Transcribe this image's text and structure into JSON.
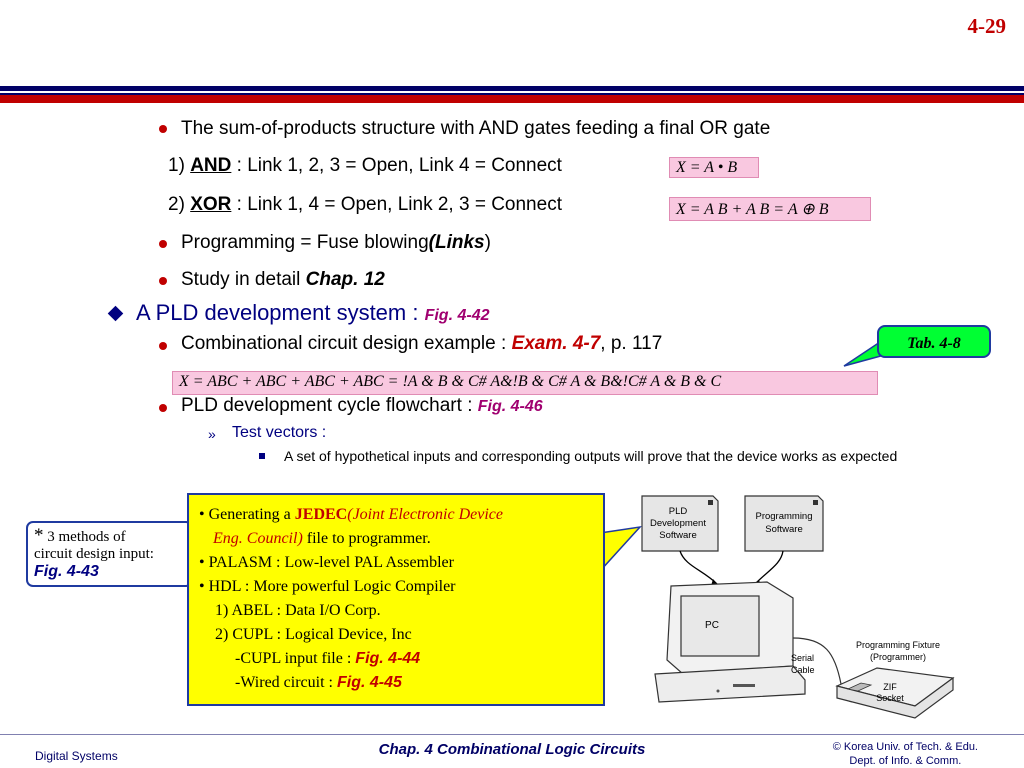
{
  "page_number": "4-29",
  "bullets": {
    "sop": "The sum-of-products structure with AND gates feeding a final OR gate",
    "and_prefix": "1) ",
    "and_word": "AND",
    "and_rest": " : Link 1, 2, 3 = Open, Link 4 = Connect",
    "xor_prefix": "2) ",
    "xor_word": "XOR",
    "xor_rest": " : Link 1, 4 = Open, Link 2, 3 = Connect",
    "prog_text": "Programming = Fuse blowing",
    "prog_links": "(Links",
    "prog_close": ")",
    "study_text": "Study in detail ",
    "study_ref": "Chap. 12",
    "pld_text": "A PLD development system : ",
    "pld_ref": "Fig. 4-42",
    "comb_text": "Combinational circuit design example : ",
    "comb_ref": "Exam. 4-7",
    "comb_page": ", p. 117",
    "cycle_text": "PLD development cycle flowchart : ",
    "cycle_ref": "Fig. 4-46",
    "test_vectors": "Test vectors :",
    "raquo": "»",
    "hypo": "A set of hypothetical inputs and corresponding outputs will prove that the device works as expected"
  },
  "equations": {
    "and_eq": "X = A • B",
    "xor_eq": "X = A B + A B = A ⊕ B",
    "exam_eq": "X = ABC + ABC + ABC + ABC = !A & B & C# A&!B & C# A & B&!C# A & B & C"
  },
  "tab_label": "Tab. 4-8",
  "callout": {
    "star": "*",
    "line1": " 3 methods of",
    "line2": "circuit design input:",
    "ref": "Fig. 4-43"
  },
  "yellow_box": {
    "l1a": "• Generating a ",
    "l1b": "JEDEC",
    "l1c": "(Joint Electronic Device",
    "l2a": "Eng. Council)",
    "l2b": " file to programmer.",
    "l3": "•  PALASM : Low-level PAL Assembler",
    "l4": "•  HDL : More powerful Logic Compiler",
    "l5": "1) ABEL : Data I/O Corp.",
    "l6": "2) CUPL : Logical Device, Inc",
    "l7a": "-CUPL input file : ",
    "l7b": "Fig. 4-44",
    "l8a": "-Wired circuit : ",
    "l8b": "Fig. 4-45"
  },
  "diagram": {
    "pld_soft": [
      "PLD",
      "Development",
      "Software"
    ],
    "prog_soft": [
      "Programming",
      "Software"
    ],
    "pc": "PC",
    "serial": [
      "Serial",
      "Cable"
    ],
    "fixture": [
      "Programming Fixture",
      "(Programmer)"
    ],
    "zif": [
      "ZIF",
      "Socket"
    ]
  },
  "footer": {
    "left": "Digital Systems",
    "center": "Chap. 4  Combinational Logic Circuits",
    "right1": "© Korea Univ. of Tech. & Edu.",
    "right2": "Dept. of Info. & Comm."
  },
  "colors": {
    "accent_red": "#c00000",
    "navy": "#000066",
    "pink_eq": "#f9c8e0",
    "yellow": "#ffff00",
    "green": "#00ff33"
  }
}
